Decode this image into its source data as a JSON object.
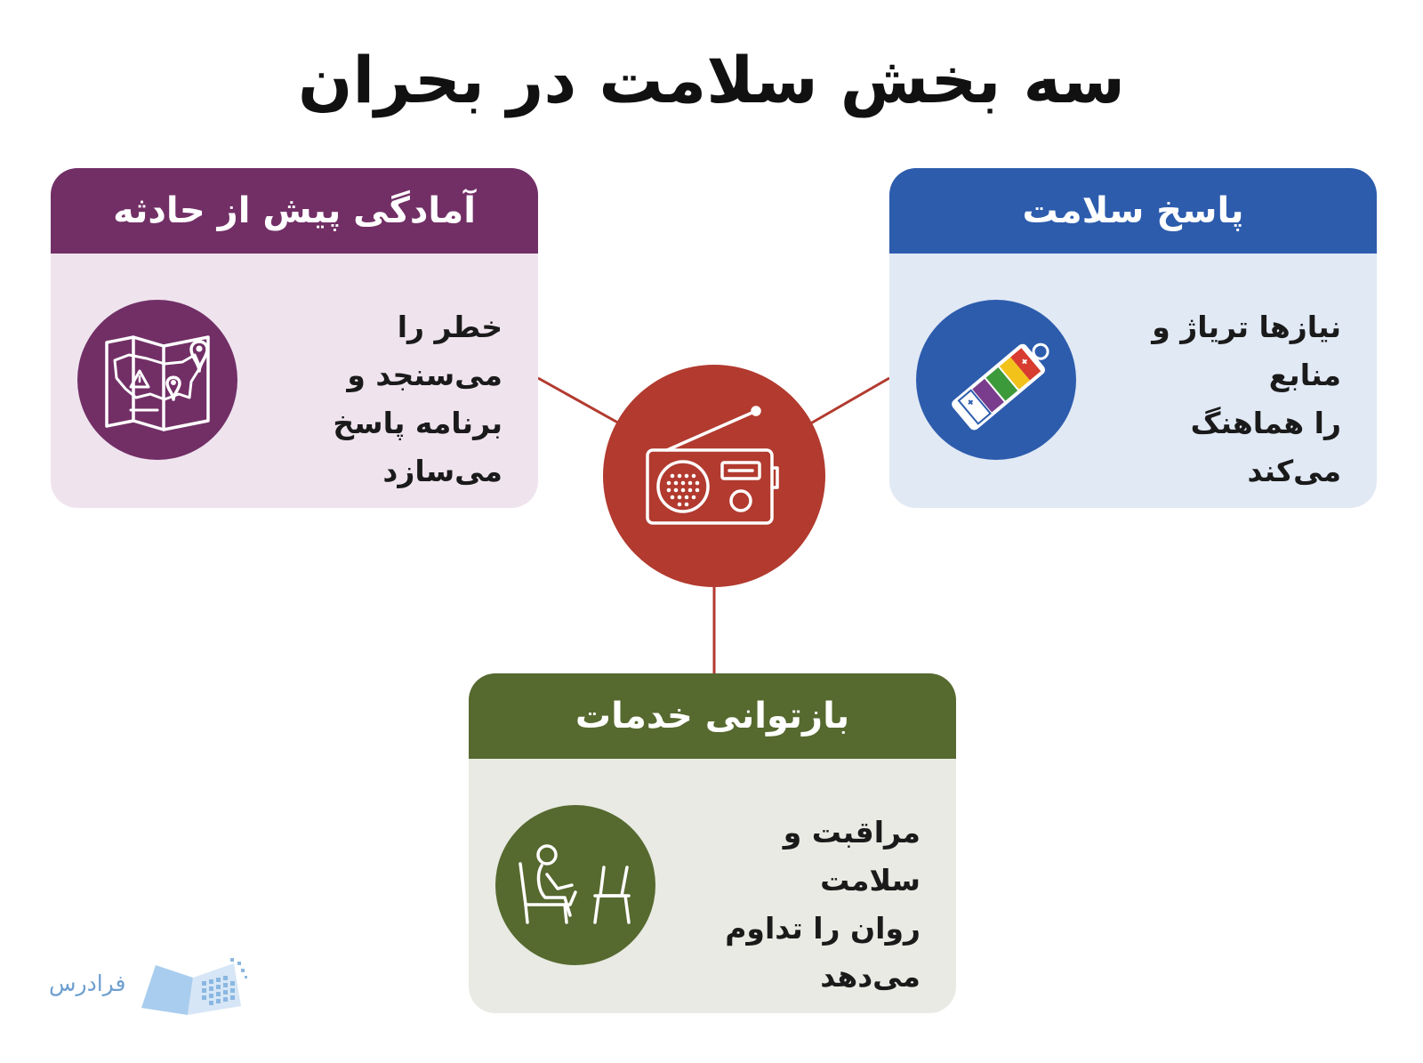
{
  "title": "سه بخش سلامت در بحران",
  "center": {
    "icon": "radio-icon",
    "color": "#b23a2f"
  },
  "cards": {
    "preparedness": {
      "header": "آمادگی پیش از حادثه",
      "lines": [
        "خطر را می‌سنجد و",
        "برنامه پاسخ",
        "می‌سازد"
      ],
      "icon": "hazard-map-icon",
      "color": "#722f66"
    },
    "response": {
      "header": "پاسخ سلامت",
      "lines": [
        "نیازها تریاژ و منابع",
        "را هماهنگ می‌کند"
      ],
      "icon": "triage-tag-icon",
      "color": "#2d5cad"
    },
    "recovery": {
      "header": "بازتوانی خدمات",
      "lines": [
        "مراقبت و سلامت",
        "روان را تداوم",
        "می‌دهد"
      ],
      "icon": "counseling-chairs-icon",
      "color": "#56692f"
    }
  },
  "logo": {
    "text": "فرادرس",
    "icon": "open-book-logo-icon"
  }
}
